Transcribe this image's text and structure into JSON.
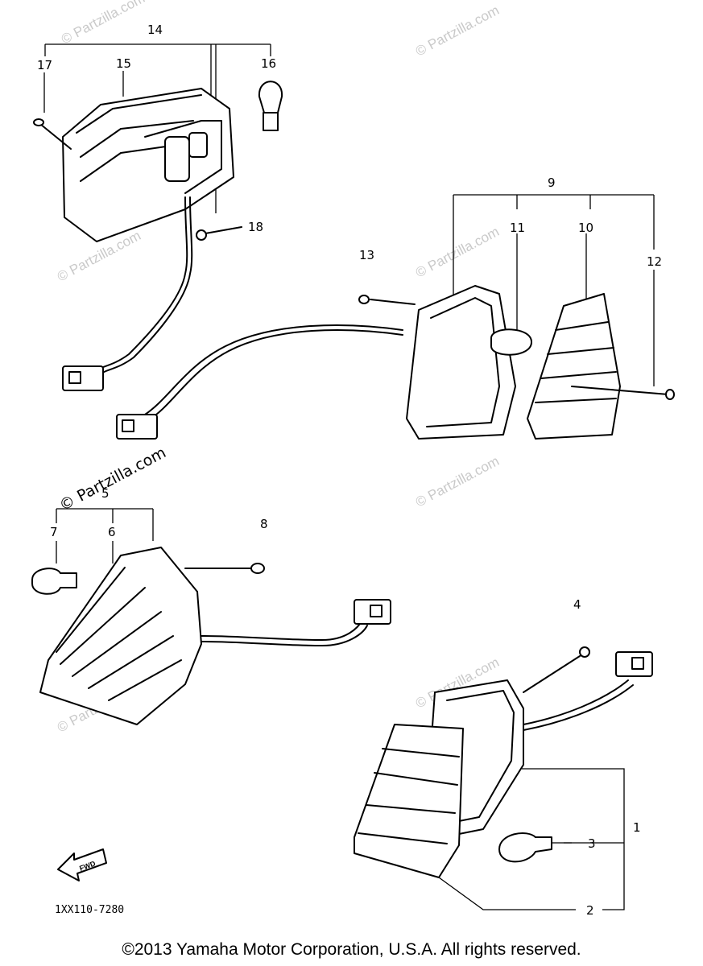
{
  "diagram": {
    "callouts": {
      "c1": "1",
      "c2": "2",
      "c3": "3",
      "c4": "4",
      "c5": "5",
      "c6": "6",
      "c7": "7",
      "c8": "8",
      "c9": "9",
      "c10": "10",
      "c11": "11",
      "c12": "12",
      "c13": "13",
      "c14": "14",
      "c15": "15",
      "c16": "16",
      "c17": "17",
      "c18": "18"
    },
    "watermark": "© Partzilla.com",
    "diagram_code": "1XX110-7280",
    "fwd_label": "FWD"
  },
  "footer": {
    "copyright": "©2013  Yamaha Motor Corporation, U.S.A. All rights reserved."
  }
}
